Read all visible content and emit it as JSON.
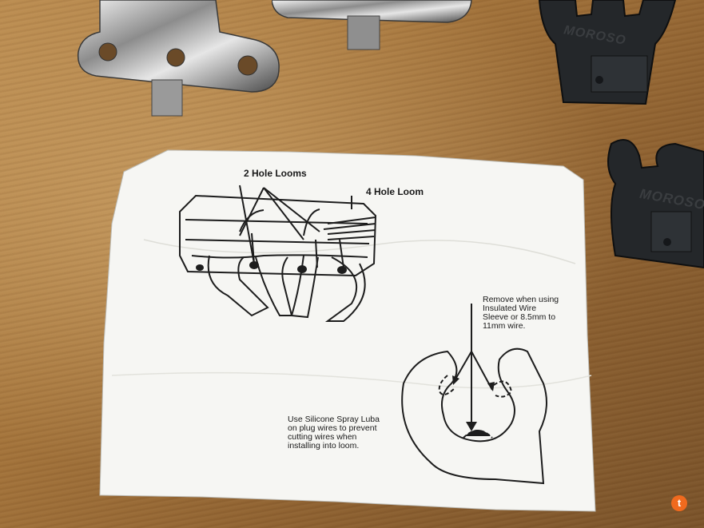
{
  "scene": {
    "labels": {
      "two_hole": "2 Hole Looms",
      "four_hole": "4 Hole Loom"
    },
    "notes": {
      "remove": "Remove when using\nInsulated Wire\nSleeve or 8.5mm to\n11mm wire.",
      "use": "Use Silicone Spray Luba\non plug wires to prevent\ncutting wires when\ninstalling into loom."
    },
    "brand_text": [
      "MOROSO",
      "MOROSO"
    ],
    "badge": "t"
  },
  "colors": {
    "wood": "#a4743b",
    "paper": "#f6f6f3",
    "clip": "#24272a",
    "badge": "#f06a1e"
  }
}
